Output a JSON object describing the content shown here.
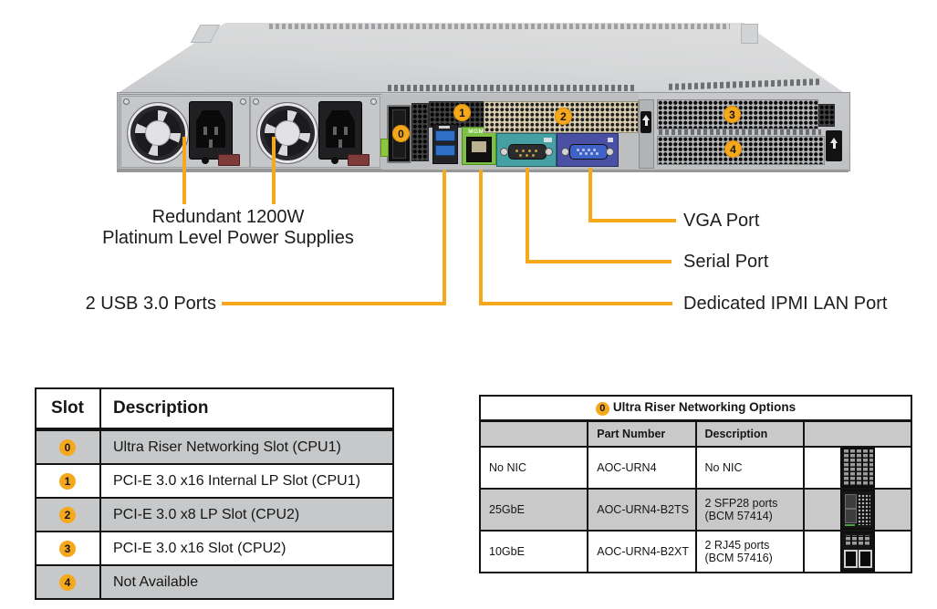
{
  "figure": {
    "description": "Server rear view diagram with annotated ports, expansion slot table and Ultra Riser networking options table"
  },
  "server": {
    "callouts": [
      "0",
      "1",
      "2",
      "3",
      "4"
    ],
    "mgmt_label": "MGMT"
  },
  "annotations": {
    "psu_line1": "Redundant 1200W",
    "psu_line2": "Platinum Level Power Supplies",
    "usb": "2 USB 3.0 Ports",
    "vga": "VGA Port",
    "serial": "Serial Port",
    "ipmi": "Dedicated IPMI LAN Port"
  },
  "slot_table": {
    "headers": [
      "Slot",
      "Description"
    ],
    "rows": [
      {
        "slot": "0",
        "description": "Ultra Riser Networking Slot (CPU1)"
      },
      {
        "slot": "1",
        "description": "PCI-E 3.0 x16 Internal LP Slot (CPU1)"
      },
      {
        "slot": "2",
        "description": "PCI-E 3.0 x8 LP Slot (CPU2)"
      },
      {
        "slot": "3",
        "description": "PCI-E 3.0 x16 Slot (CPU2)"
      },
      {
        "slot": "4",
        "description": "Not Available"
      }
    ]
  },
  "riser_table": {
    "title_badge": "0",
    "title": "Ultra Riser Networking Options",
    "headers": [
      "",
      "Part Number",
      "Description",
      ""
    ],
    "rows": [
      {
        "type": "No NIC",
        "part_number": "AOC-URN4",
        "description": "No NIC",
        "icon": "blank-grille-bracket"
      },
      {
        "type": "25GbE",
        "part_number": "AOC-URN4-B2TS",
        "description": "2 SFP28 ports (BCM 57414)",
        "icon": "dual-sfp28-bracket"
      },
      {
        "type": "10GbE",
        "part_number": "AOC-URN4-B2XT",
        "description": "2 RJ45 ports (BCM 57416)",
        "icon": "dual-rj45-bracket"
      }
    ]
  },
  "colors": {
    "accent": "#f6a81c",
    "mgmt_green": "#7cc143",
    "serial_teal": "#44a0a3",
    "vga_blue": "#4a50a4",
    "usb_blue": "#2f6fc4",
    "table_gray": "#c7c8c9"
  }
}
